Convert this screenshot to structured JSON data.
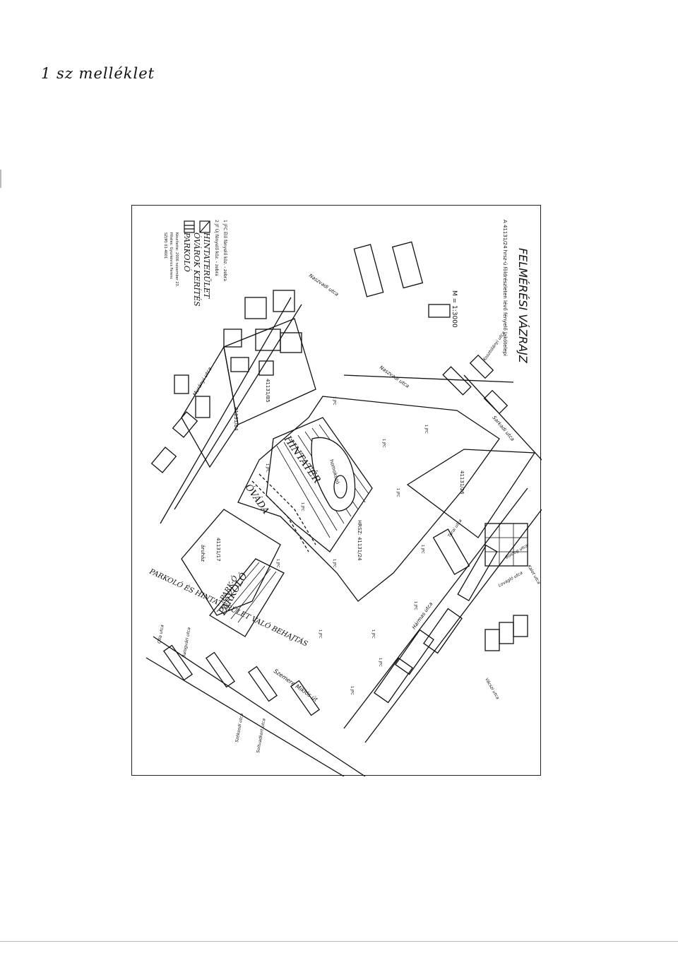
{
  "page": {
    "header_note": "1 sz melléklet"
  },
  "map": {
    "title": "FELMÉRÉSI VÁZRAJZ",
    "subtitle": "A 41131/24 hrsz-ú földrészleten lévő fényelő lakótelepi",
    "scale": "M = 1:3000",
    "parcels": {
      "p24": "41131/24",
      "p85": "41131/85",
      "p84": "41131/84",
      "p17": "41131/17",
      "p26": "41131/26"
    },
    "areas": {
      "playground": "HINTATÉR",
      "sandpit": "homokozó",
      "kindergarten": "ÓVÁDA",
      "parking": "PARKOLÓ",
      "store": "áruház"
    },
    "streets": {
      "naszvadi_1": "Naszvadi utca",
      "naszvadi_2": "Naszvadi utca",
      "kosztolanyi": "Kosztolányi utca",
      "sarkadi": "Sarkadi utca",
      "muranyi": "Murányi utca",
      "lovaglo": "Lovagló utca",
      "boldog": "Boldog utca",
      "kalot": "Kalot utca",
      "szemere": "Szemere Miklós út",
      "vacszi": "Vácszi utca",
      "olla": "Olla utca",
      "balogvari": "Balogvári utca",
      "szekes": "Székesdi utca",
      "harmas": "Hármas utca",
      "turai": "Turai utca",
      "soltvadkerti": "Soltvadkert utca"
    },
    "legend": {
      "item1": "1 JFC  Élő fényelő köz. - zebra",
      "item2": "2 JF  Új fényelő köz. - zebra",
      "item3": "HINTATERÜLET",
      "item4": "ÓVÁROK KERÍTÉS",
      "item5": "PARKOLÓ",
      "item6": "Készítette: 2006 november 23.",
      "item7": "Hiteles: Gyurkovics Ferenc",
      "item8": "SZ(M) 01-4601"
    },
    "handwritten": {
      "note1": "PARKOLÓ ÉS HINTATERÜLET VALÓ BEHAJTÁS",
      "note2": "PARK-Ó"
    },
    "trees": {
      "t1": "1 JFC",
      "t2": "1 JFC",
      "t3": "1 JFC",
      "t4": "1 JFC",
      "t5": "1 JFC",
      "t6": "1 JFC",
      "t7": "1 JFC",
      "t8": "1 JFC",
      "t9": "1 JFC",
      "t10": "1 JFC",
      "t11": "1 JFC",
      "t12": "1 JFC",
      "t13": "1 JFC",
      "t14": "1 JFC"
    },
    "hrsz_label": "HRSZ: 41131/24"
  }
}
